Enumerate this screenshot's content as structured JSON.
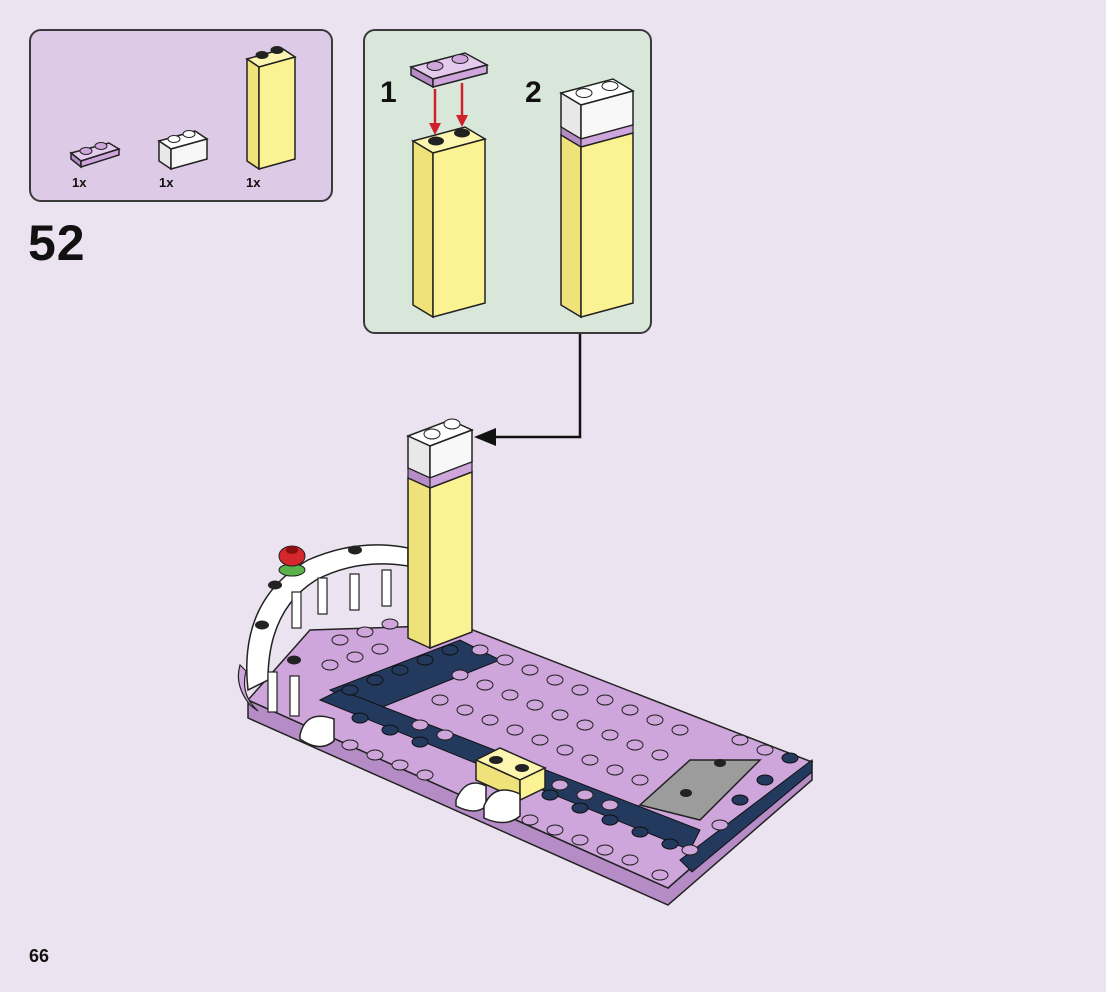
{
  "step": {
    "number": "52"
  },
  "parts_list": [
    {
      "name": "lavender-plate-1x2",
      "qty": "1x"
    },
    {
      "name": "white-brick-1x2",
      "qty": "1x"
    },
    {
      "name": "yellow-brick-1x2x5",
      "qty": "1x"
    }
  ],
  "subassembly": {
    "steps": [
      "1",
      "2"
    ]
  },
  "page": {
    "number": "66"
  },
  "colors": {
    "background": "#ece3f1",
    "parts_box": "#dccae6",
    "subassembly_box": "#d9e7da",
    "lavender": "#cfa6dc",
    "yellow": "#fbf293",
    "dark_blue": "#233a5e",
    "arrow_red": "#d0202a",
    "gray": "#9c9c9c"
  }
}
